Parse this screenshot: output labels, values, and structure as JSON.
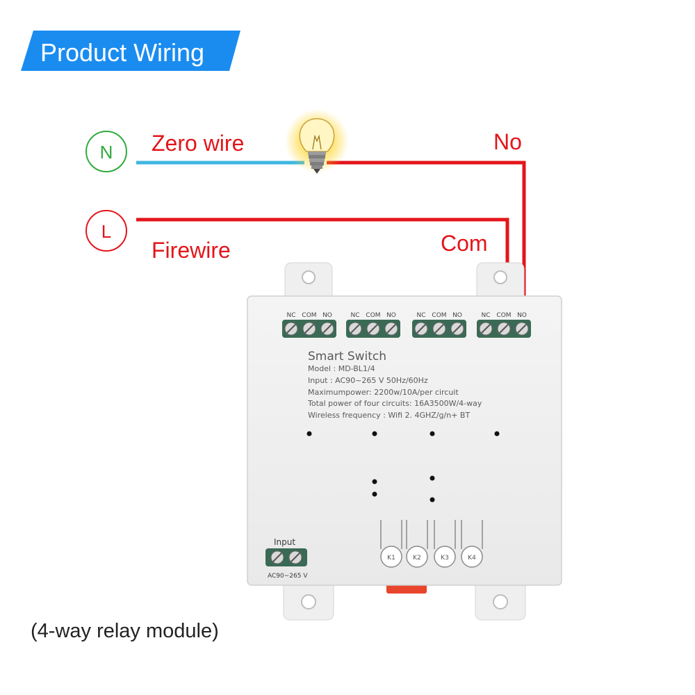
{
  "banner": {
    "title": "Product Wiring",
    "color": "#1a8cf0"
  },
  "nodes": {
    "neutral": {
      "letter": "N",
      "color": "#2eaa3c"
    },
    "live": {
      "letter": "L",
      "color": "#e3151a"
    }
  },
  "wires": {
    "zero": {
      "label": "Zero wire",
      "color": "#3fb6e0"
    },
    "fire": {
      "label": "Firewire",
      "color": "#e3151a"
    },
    "no": {
      "label": "No"
    },
    "com": {
      "label": "Com"
    }
  },
  "device": {
    "terminal_labels": [
      "NC",
      "COM",
      "NO"
    ],
    "name": "Smart Switch",
    "specs": [
      "Model : MD-BL1/4",
      "Input :   AC90~265 V   50Hz/60Hz",
      "Maximumpower:  2200w/10A/per circuit",
      "Total power of four circuits:  16A3500W/4-way",
      "Wireless frequency :  Wifi 2. 4GHZ/g/n+ BT"
    ],
    "input_label": "Input",
    "input_voltage": "AC90~265 V",
    "keys": [
      "K1",
      "K2",
      "K3",
      "K4"
    ],
    "screw_icon": "terminal-screw-icon",
    "bulb_icon": "light-bulb-icon"
  },
  "caption": "(4-way relay module)"
}
